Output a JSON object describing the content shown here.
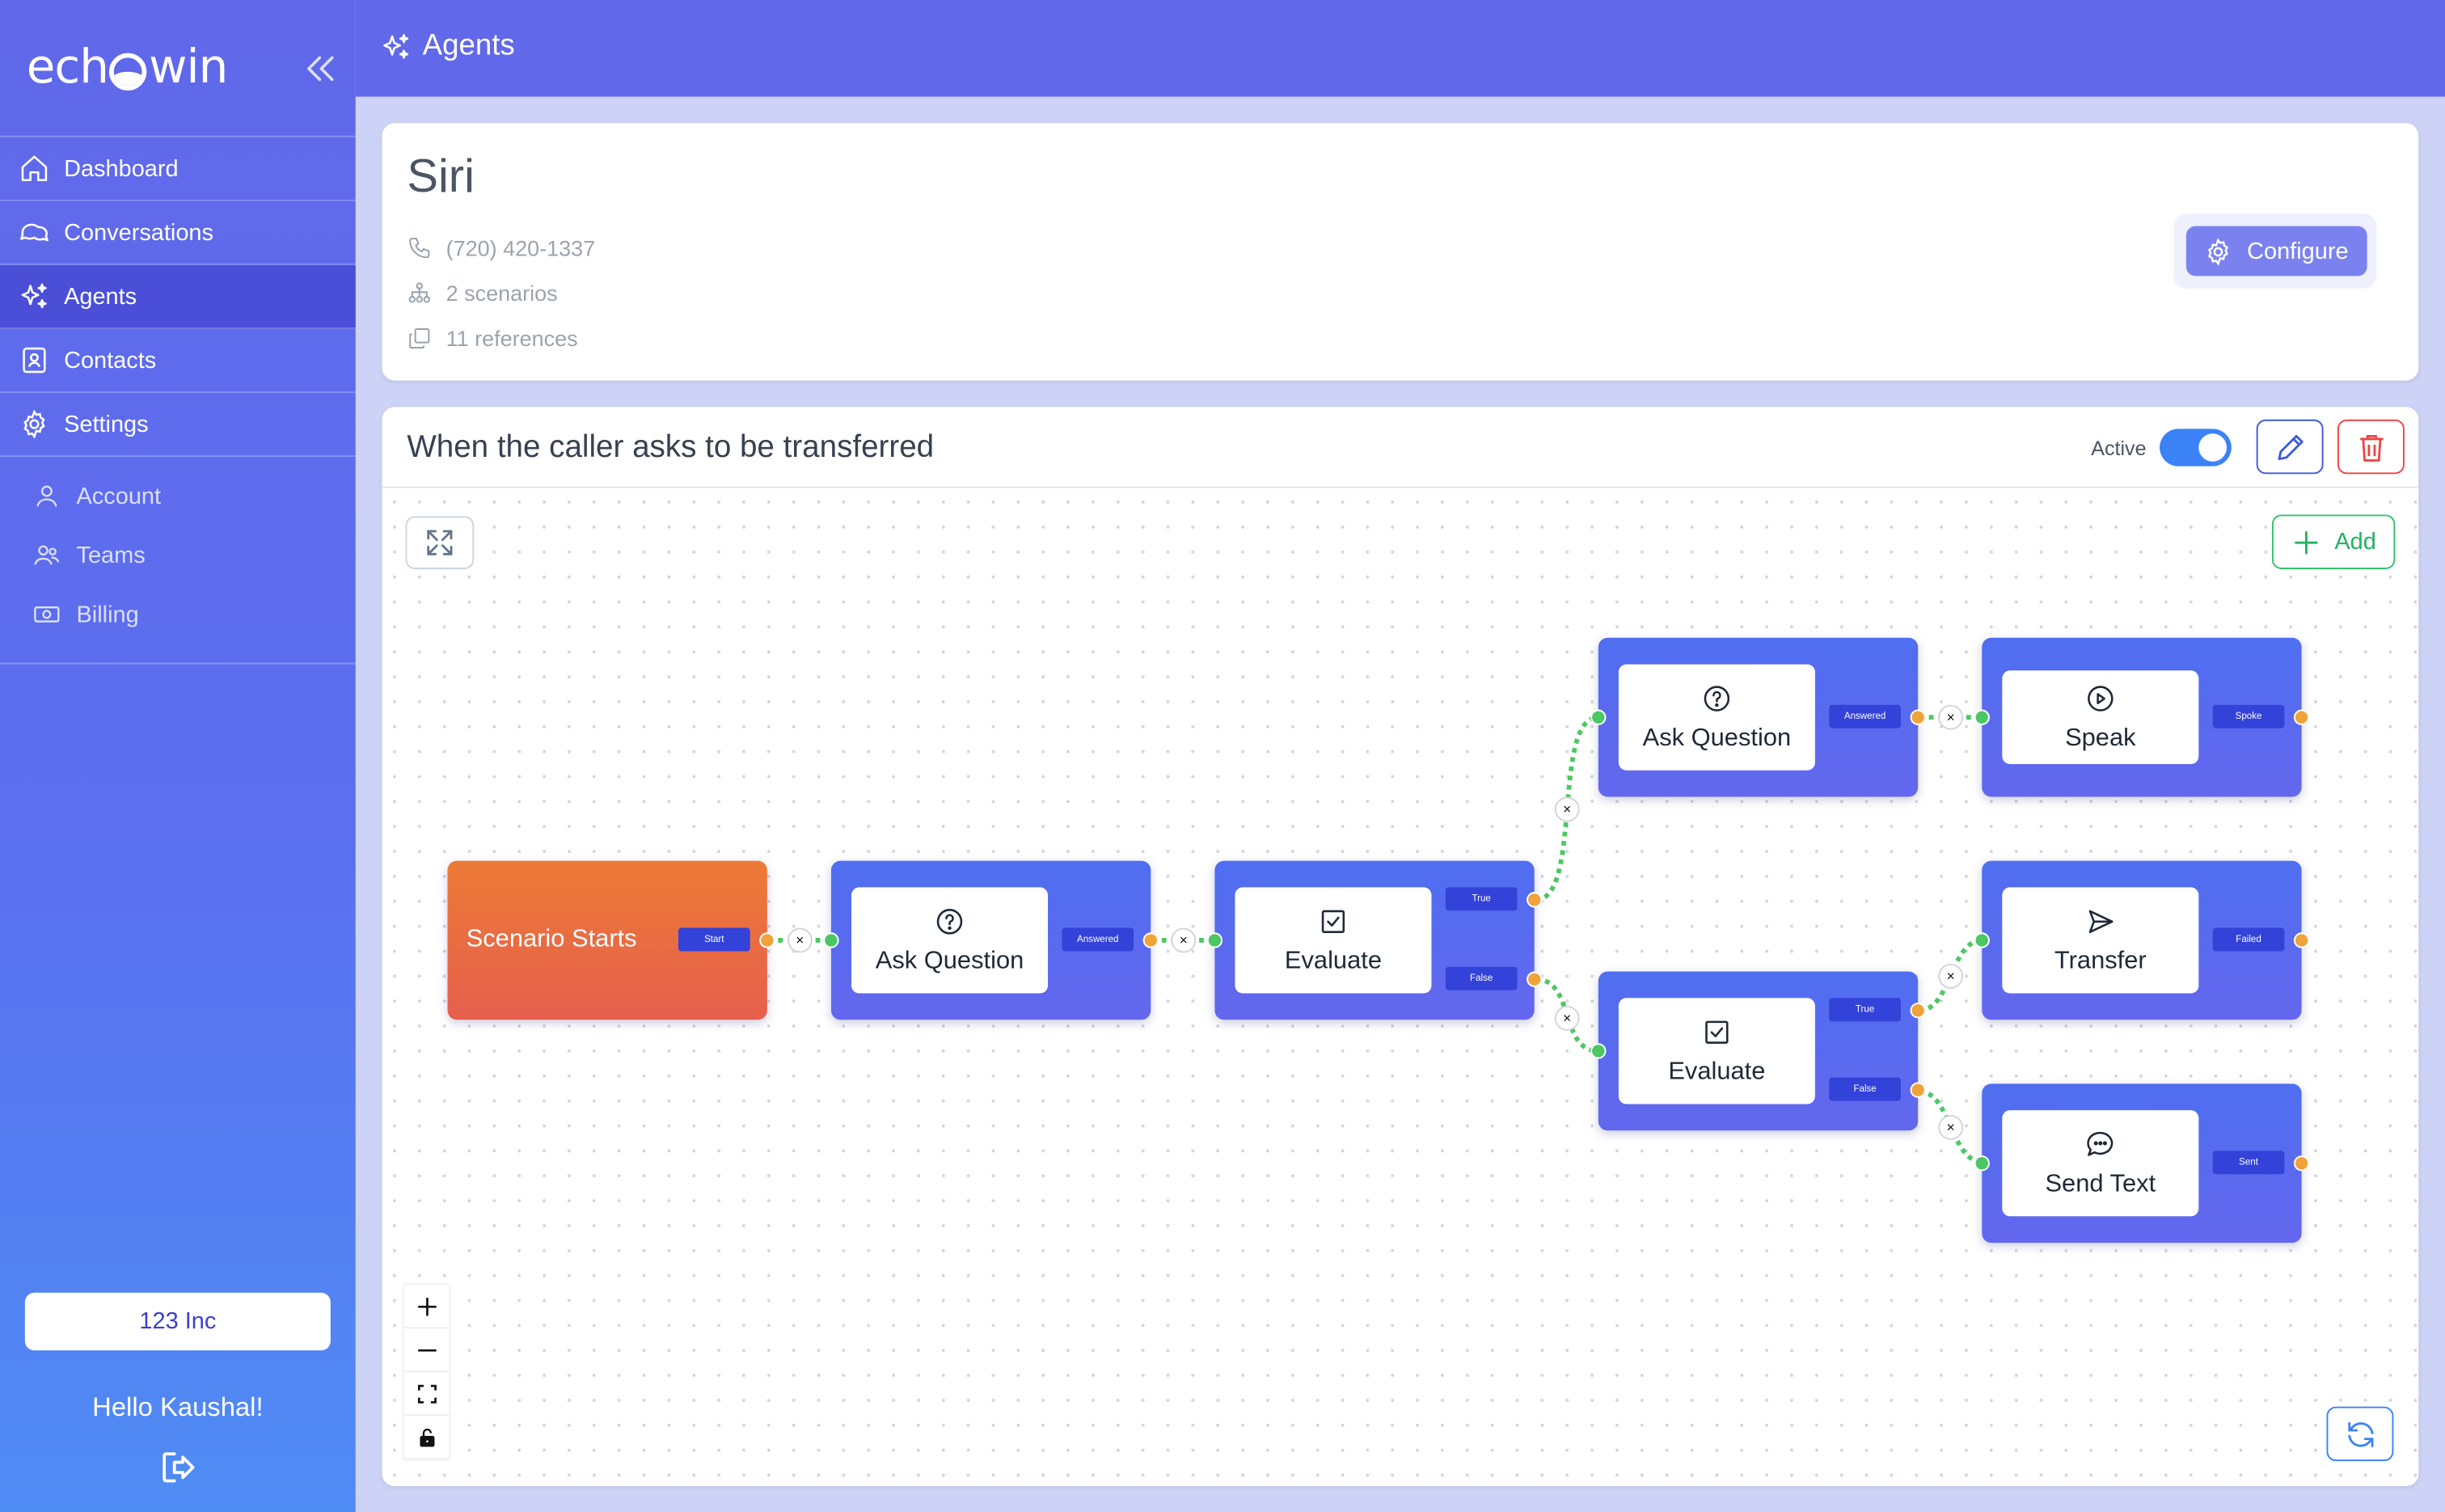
{
  "brand": {
    "name_left": "ech",
    "name_right": "win"
  },
  "nav": [
    {
      "label": "Dashboard"
    },
    {
      "label": "Conversations"
    },
    {
      "label": "Agents"
    },
    {
      "label": "Contacts"
    },
    {
      "label": "Settings"
    }
  ],
  "subnav": [
    {
      "label": "Account"
    },
    {
      "label": "Teams"
    },
    {
      "label": "Billing"
    }
  ],
  "org": "123 Inc",
  "greeting": "Hello Kaushal!",
  "topbar": {
    "title": "Agents"
  },
  "agent": {
    "name": "Siri",
    "phone": "(720) 420-1337",
    "scenarios": "2 scenarios",
    "references": "11 references",
    "configure_label": "Configure"
  },
  "scenario": {
    "title": "When the caller asks to be transferred",
    "active_label": "Active",
    "active": true,
    "add_label": "Add"
  },
  "flow": {
    "start": {
      "label": "Scenario Starts",
      "output": "Start"
    },
    "ask1": {
      "label": "Ask Question",
      "output": "Answered"
    },
    "eval1": {
      "label": "Evaluate",
      "out_true": "True",
      "out_false": "False"
    },
    "ask2": {
      "label": "Ask Question",
      "output": "Answered"
    },
    "speak": {
      "label": "Speak",
      "output": "Spoke"
    },
    "eval2": {
      "label": "Evaluate",
      "out_true": "True",
      "out_false": "False"
    },
    "transfer": {
      "label": "Transfer",
      "output": "Failed"
    },
    "sendtext": {
      "label": "Send Text",
      "output": "Sent"
    },
    "remove_glyph": "×"
  },
  "colors": {
    "primary": "#6168e9",
    "active_nav": "#4b4fd8",
    "start_node": "#e8693f",
    "edge": "#4cc763",
    "handle_out": "#f0a33a"
  }
}
